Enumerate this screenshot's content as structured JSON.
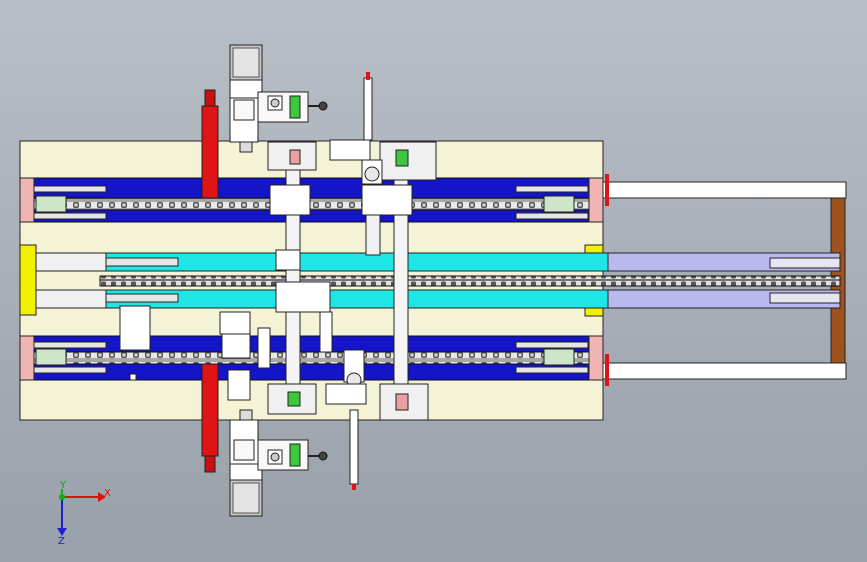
{
  "triad": {
    "x_label": "X",
    "y_label": "Y",
    "z_label": "Z",
    "x_color": "#e01010",
    "y_color": "#10b010",
    "z_color": "#2020d0"
  },
  "colors": {
    "frame": "#f4f3d6",
    "rail_blue": "#1414c8",
    "rail_cyan": "#1ee6e6",
    "rail_light": "#b9b9f0",
    "red_part": "#e01414",
    "yellow_part": "#f0f000",
    "brown_post": "#a0521e",
    "pink_block": "#f0b4b4",
    "motor_gray": "#c8c8c8",
    "white": "#ffffff"
  }
}
